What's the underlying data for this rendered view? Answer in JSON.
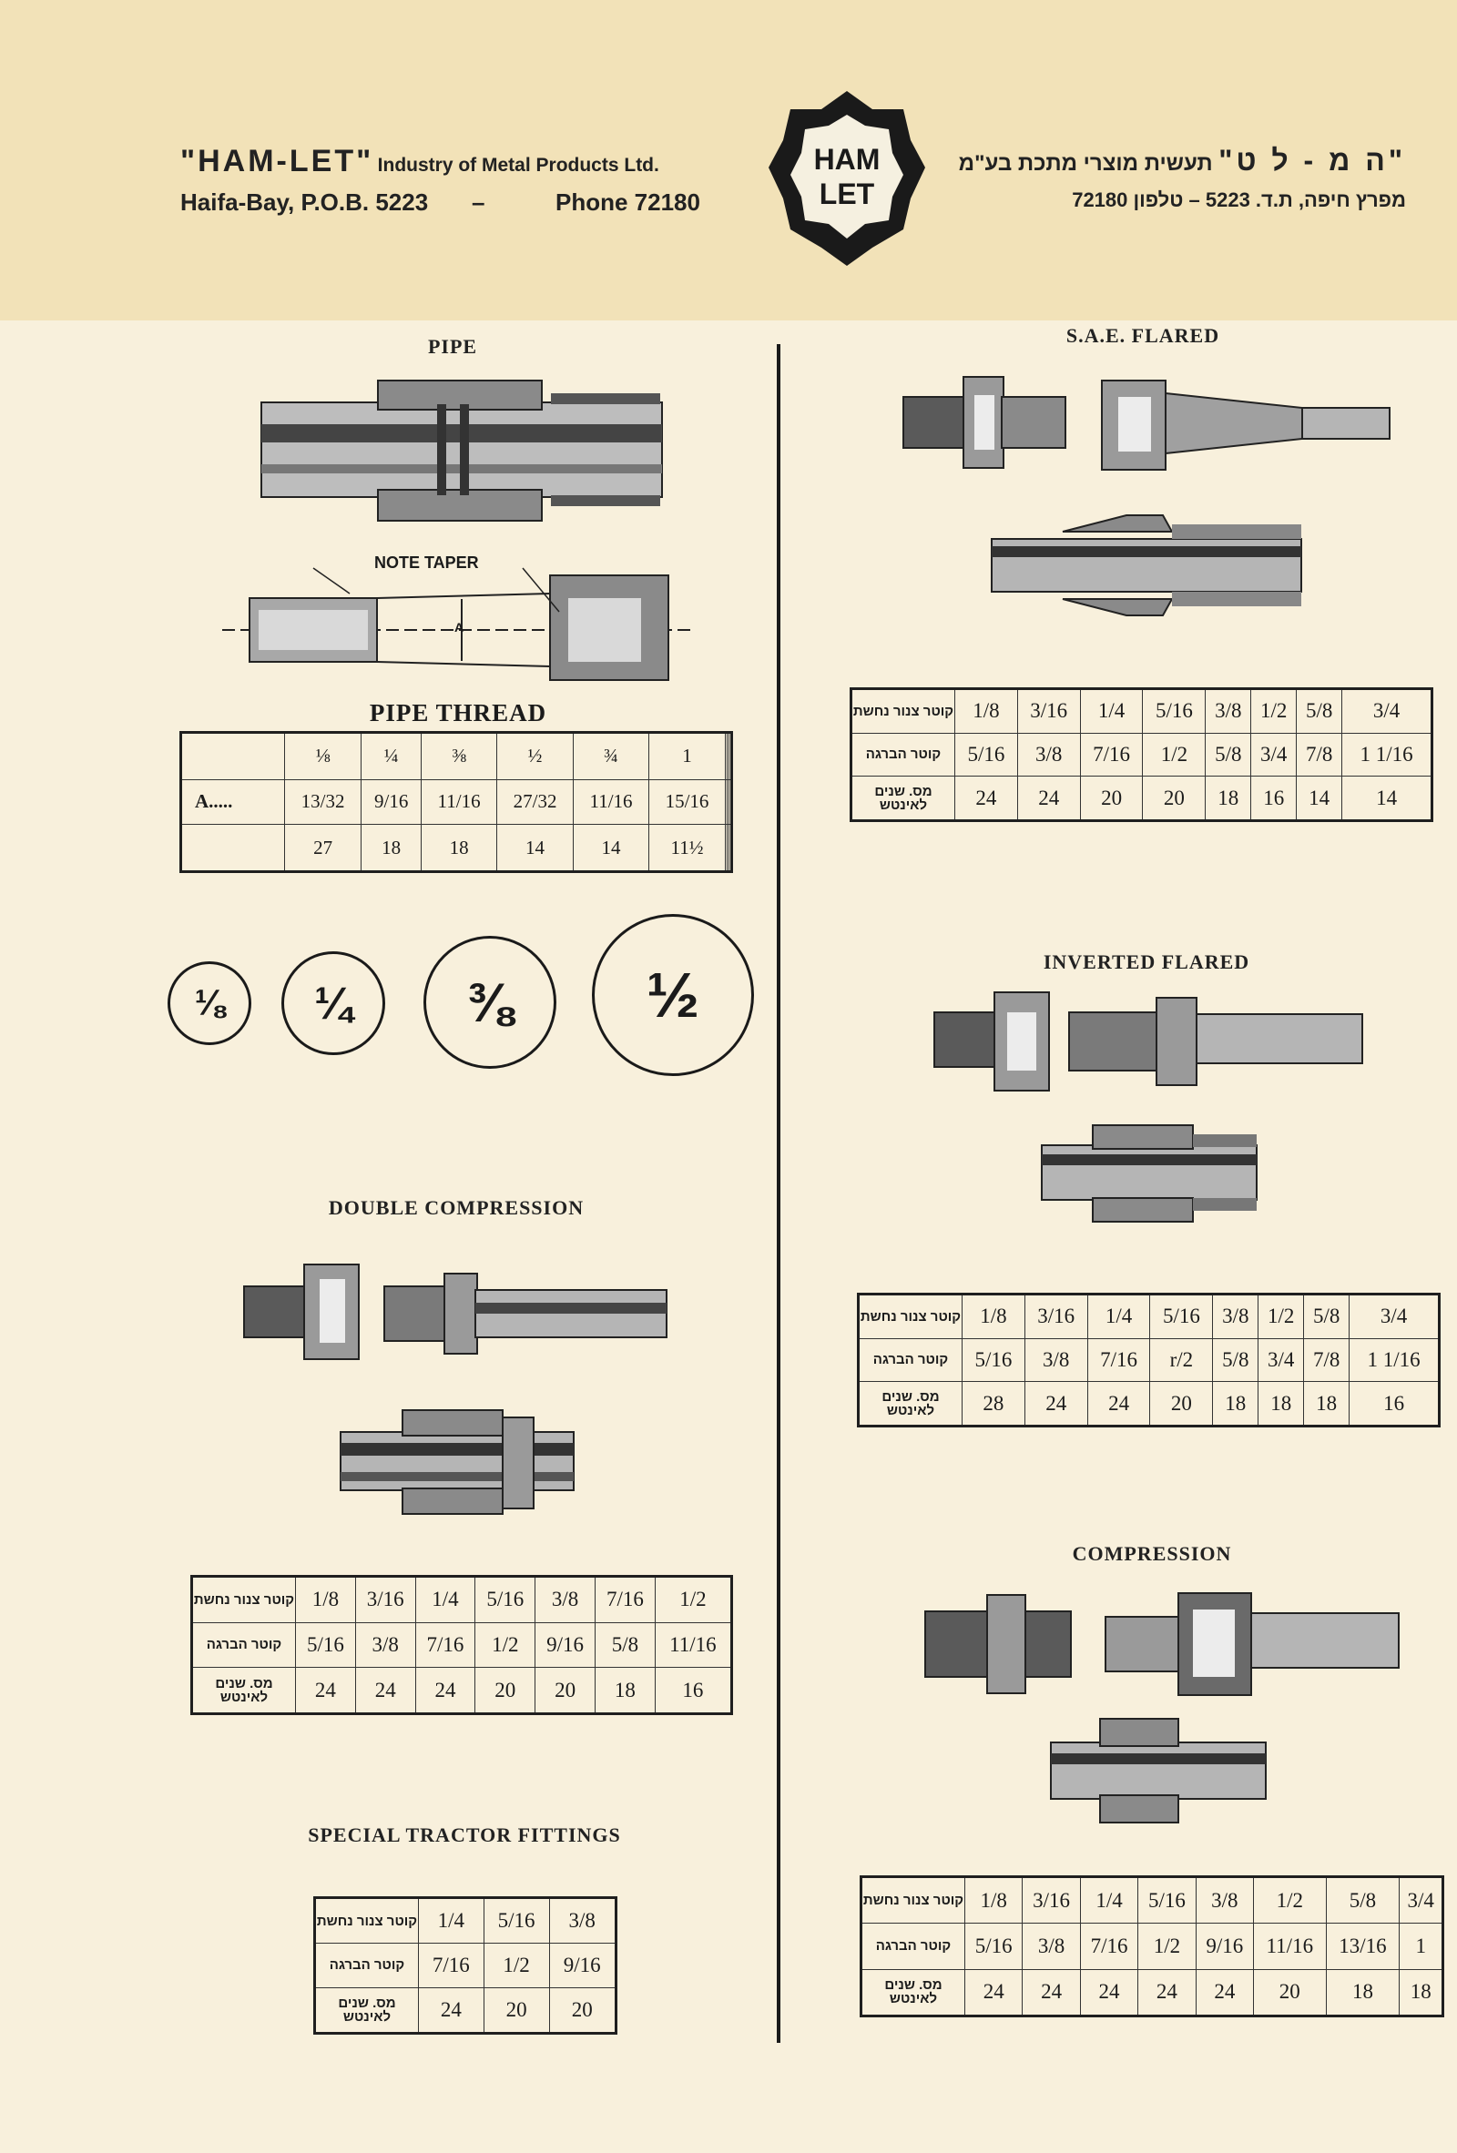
{
  "header": {
    "brand": "\"HAM-LET\"",
    "tagline": "Industry of Metal Products Ltd.",
    "address": "Haifa-Bay, P.O.B. 5223",
    "dash": "–",
    "phone": "Phone 72180",
    "hebrew_brand": "\"ה מ - ל ט\"",
    "hebrew_tagline": "תעשית מוצרי מתכת בע\"מ",
    "hebrew_address": "מפרץ חיפה, ת.ד. 5223 – טלפון 72180",
    "logo_line1": "HAM",
    "logo_line2": "LET"
  },
  "labels": {
    "copper_pipe": "קוטר צנור נחשת",
    "thread": "קוטר הברגה",
    "tpi": "מס. שנים לאינטש"
  },
  "pipe": {
    "title": "PIPE",
    "note": "NOTE TAPER",
    "dim": "A",
    "thread_title": "PIPE THREAD",
    "row_label": "A.....",
    "sizes": [
      "⅛",
      "¼",
      "⅜",
      "½",
      "¾",
      "1",
      "",
      "",
      ""
    ],
    "a_values": [
      "13/32",
      "9/16",
      "11/16",
      "27/32",
      "11/16",
      "15/16",
      "",
      "",
      ""
    ],
    "threads": [
      "27",
      "18",
      "18",
      "14",
      "14",
      "11½",
      "",
      "",
      ""
    ]
  },
  "circles": [
    "⅛",
    "¼",
    "⅜",
    "½"
  ],
  "double_compression": {
    "title": "DOUBLE COMPRESSION",
    "pipe": [
      "1/8",
      "3/16",
      "1/4",
      "5/16",
      "3/8",
      "7/16",
      "1/2"
    ],
    "thread": [
      "5/16",
      "3/8",
      "7/16",
      "1/2",
      "9/16",
      "5/8",
      "11/16"
    ],
    "tpi": [
      "24",
      "24",
      "24",
      "20",
      "20",
      "18",
      "16"
    ]
  },
  "tractor": {
    "title": "SPECIAL TRACTOR FITTINGS",
    "pipe": [
      "1/4",
      "5/16",
      "3/8"
    ],
    "thread": [
      "7/16",
      "1/2",
      "9/16"
    ],
    "tpi": [
      "24",
      "20",
      "20"
    ]
  },
  "sae": {
    "title": "S.A.E. FLARED",
    "pipe": [
      "1/8",
      "3/16",
      "1/4",
      "5/16",
      "3/8",
      "1/2",
      "5/8",
      "3/4"
    ],
    "thread": [
      "5/16",
      "3/8",
      "7/16",
      "1/2",
      "5/8",
      "3/4",
      "7/8",
      "1 1/16"
    ],
    "tpi": [
      "24",
      "24",
      "20",
      "20",
      "18",
      "16",
      "14",
      "14"
    ]
  },
  "inverted": {
    "title": "INVERTED FLARED",
    "pipe": [
      "1/8",
      "3/16",
      "1/4",
      "5/16",
      "3/8",
      "1/2",
      "5/8",
      "3/4"
    ],
    "thread": [
      "5/16",
      "3/8",
      "7/16",
      "r/2",
      "5/8",
      "3/4",
      "7/8",
      "1 1/16"
    ],
    "tpi": [
      "28",
      "24",
      "24",
      "20",
      "18",
      "18",
      "18",
      "16"
    ]
  },
  "compression": {
    "title": "COMPRESSION",
    "pipe": [
      "1/8",
      "3/16",
      "1/4",
      "5/16",
      "3/8",
      "1/2",
      "5/8",
      "3/4"
    ],
    "thread": [
      "5/16",
      "3/8",
      "7/16",
      "1/2",
      "9/16",
      "11/16",
      "13/16",
      "1"
    ],
    "tpi": [
      "24",
      "24",
      "24",
      "24",
      "24",
      "20",
      "18",
      "18"
    ]
  }
}
